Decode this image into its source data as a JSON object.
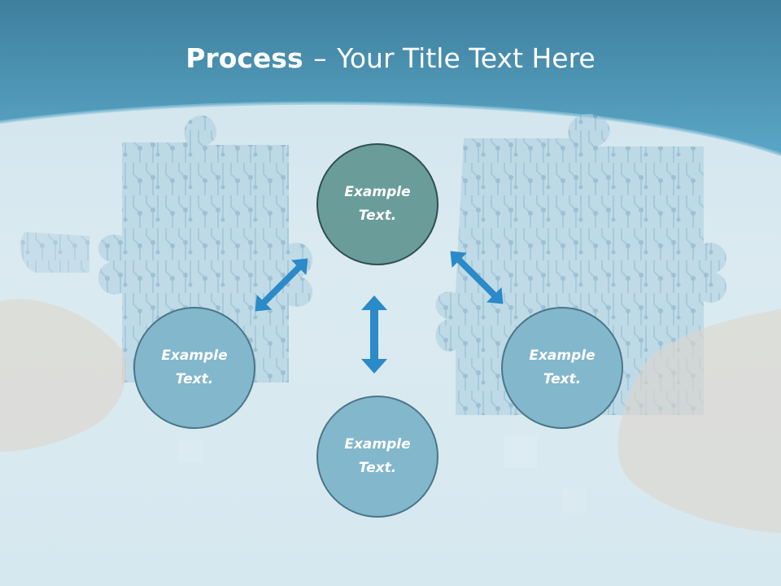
{
  "title": {
    "strong": "Process",
    "dash": "–",
    "rest": "Your Title Text Here"
  },
  "nodes": [
    {
      "label": "Example Text.",
      "line1": "Example",
      "line2": "Text."
    },
    {
      "label": "Example Text.",
      "line1": "Example",
      "line2": "Text."
    },
    {
      "label": "Example Text.",
      "line1": "Example",
      "line2": "Text."
    },
    {
      "label": "Example Text.",
      "line1": "Example",
      "line2": "Text."
    }
  ],
  "colors": {
    "header": "#4a8fb0",
    "node_center": "#6a9c9a",
    "node_outer": "#82b7cc",
    "arrow": "#2b8ac8"
  }
}
